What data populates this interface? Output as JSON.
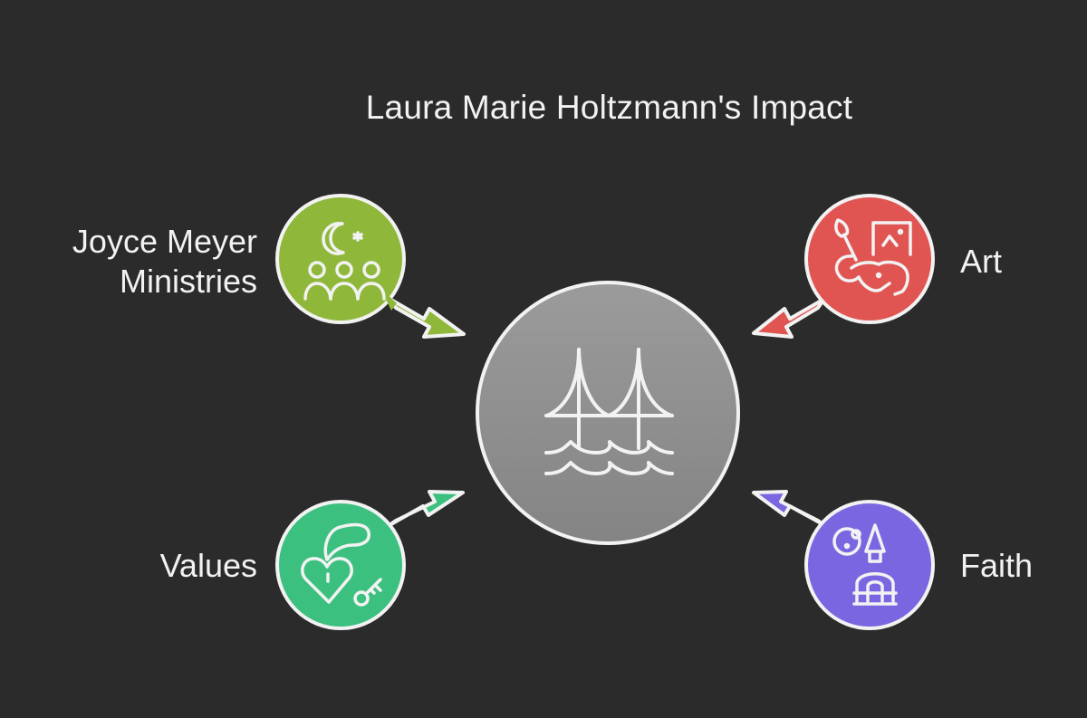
{
  "title": "Laura Marie Holtzmann's Impact",
  "center": {
    "label": "",
    "icon": "bridge-over-water-icon",
    "fill_top": "#9a9a9a",
    "fill_bottom": "#858585"
  },
  "nodes": [
    {
      "id": "joyce-meyer-ministries",
      "label_line1": "Joyce Meyer",
      "label_line2": "Ministries",
      "icon": "crescent-star-congregation-icon",
      "color": "#8fb83a",
      "position": "top-left",
      "arrow_direction": "toward-center"
    },
    {
      "id": "art",
      "label_line1": "Art",
      "icon": "paintbrush-canvas-elephant-icon",
      "color": "#e05552",
      "position": "top-right",
      "arrow_direction": "toward-center"
    },
    {
      "id": "values",
      "label_line1": "Values",
      "icon": "heart-lock-key-icon",
      "color": "#3cc07f",
      "position": "bottom-left",
      "arrow_direction": "toward-center"
    },
    {
      "id": "faith",
      "label_line1": "Faith",
      "icon": "moon-church-icon",
      "color": "#7a66e0",
      "position": "bottom-right",
      "arrow_direction": "toward-center"
    }
  ],
  "colors": {
    "background": "#2b2b2b",
    "stroke": "#f2f2f2",
    "text": "#f2f2f2"
  }
}
